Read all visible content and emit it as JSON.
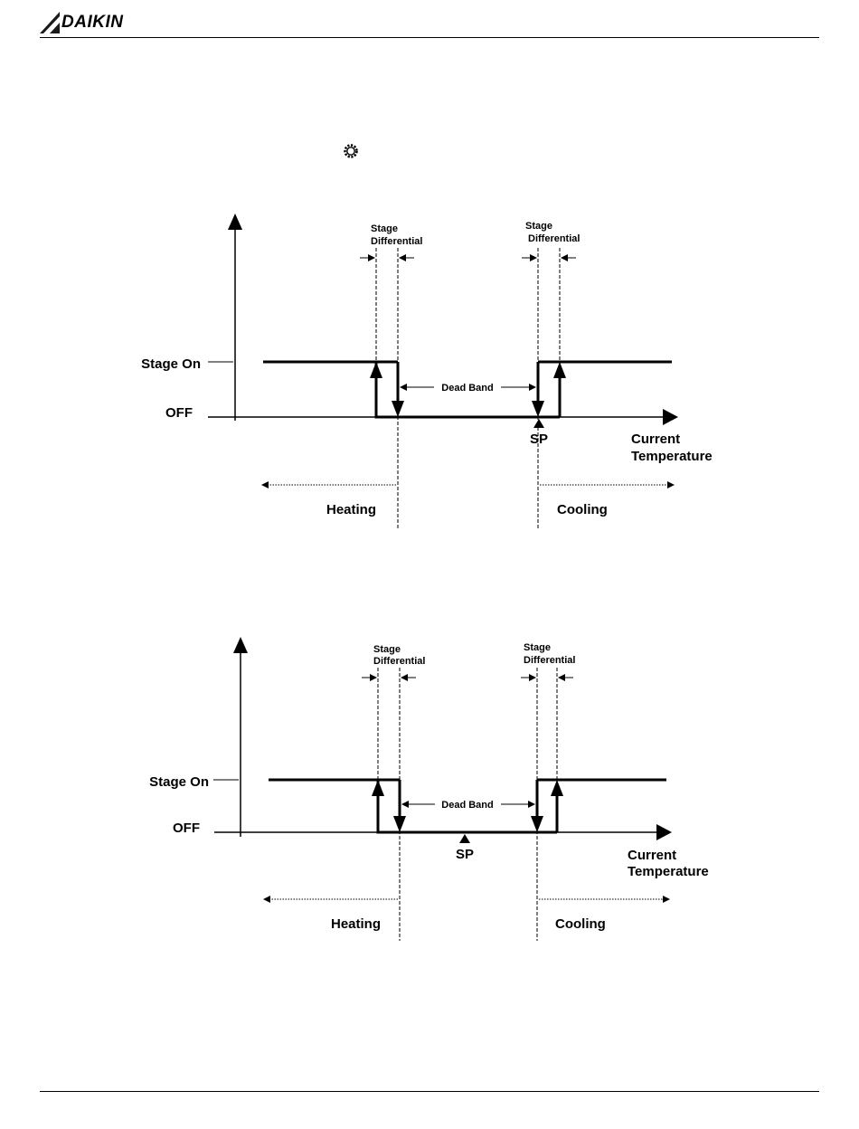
{
  "header": {
    "brand": "DAIKIN",
    "logo_icon": "daikin-logo-triangle",
    "settings_icon": "gear-icon"
  },
  "diagrams": [
    {
      "y_on_label": "Stage On",
      "y_off_label": "OFF",
      "x_label_line1": "Current",
      "x_label_line2": "Temperature",
      "stage_diff_left_1": "Stage",
      "stage_diff_left_2": "Differential",
      "stage_diff_right_1": "Stage",
      "stage_diff_right_2": "Differential",
      "dead_band": "Dead Band",
      "sp": "SP",
      "heating": "Heating",
      "cooling": "Cooling",
      "setpoint_position": "cooling edge"
    },
    {
      "y_on_label": "Stage On",
      "y_off_label": "OFF",
      "x_label_line1": "Current",
      "x_label_line2": "Temperature",
      "stage_diff_left_1": "Stage",
      "stage_diff_left_2": "Differential",
      "stage_diff_right_1": "Stage",
      "stage_diff_right_2": "Differential",
      "dead_band": "Dead Band",
      "sp": "SP",
      "heating": "Heating",
      "cooling": "Cooling",
      "setpoint_position": "center of dead band"
    }
  ]
}
